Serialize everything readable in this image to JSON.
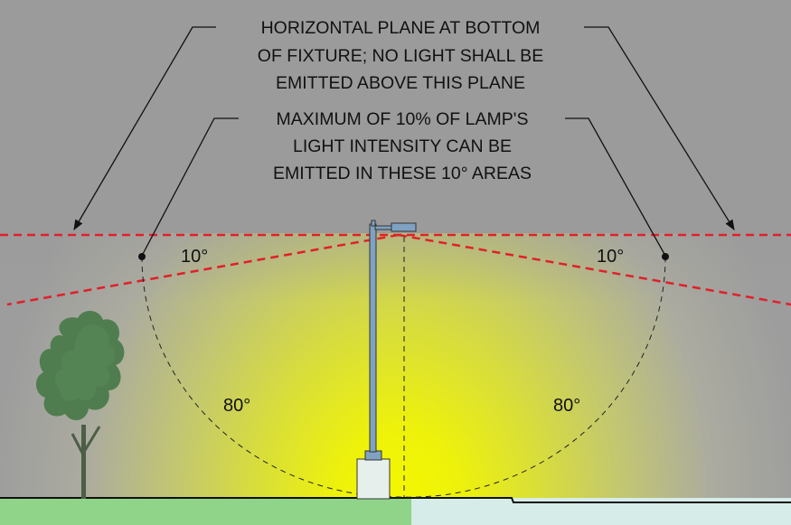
{
  "notes": {
    "horizontal_plane": [
      "HORIZONTAL PLANE AT BOTTOM",
      "OF FIXTURE; NO LIGHT SHALL BE",
      "EMITTED ABOVE THIS PLANE"
    ],
    "ten_percent": [
      "MAXIMUM OF 10% OF LAMP'S",
      "LIGHT INTENSITY CAN BE",
      "EMITTED IN THESE 10° AREAS"
    ]
  },
  "angles": {
    "left_upper": "10°",
    "right_upper": "10°",
    "left_lower": "80°",
    "right_lower": "80°"
  },
  "colors": {
    "sky_gray": "#9b9b9b",
    "light_glow": "#f4f700",
    "cutoff_lines": "#e0202a",
    "grass": "#8fd488",
    "pavement": "#d6ece8",
    "pole": "#7fa2c2",
    "tree": "#4d7a4d"
  }
}
